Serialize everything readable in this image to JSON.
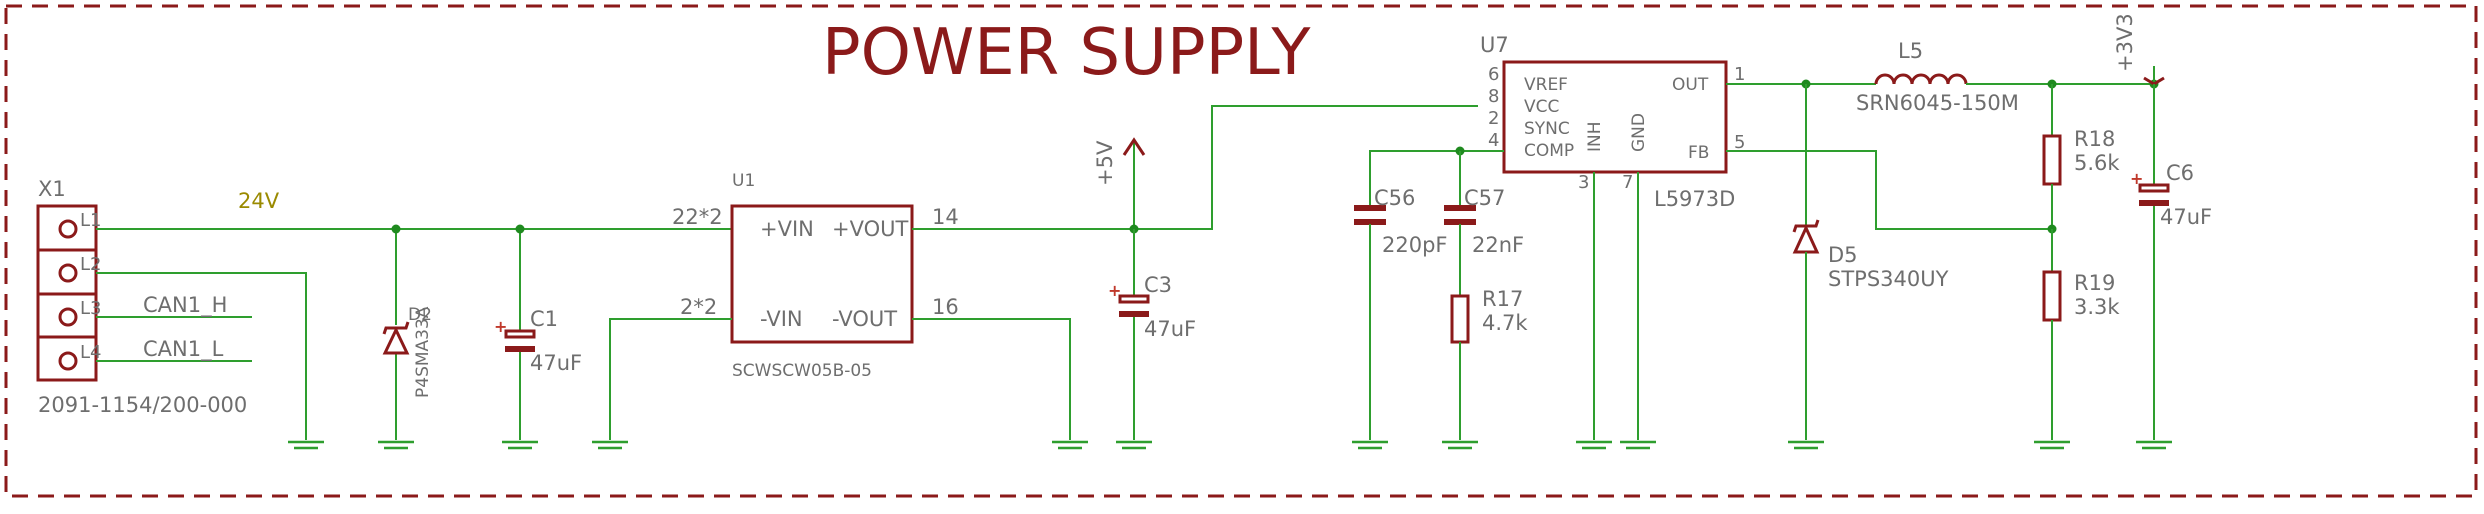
{
  "title": "POWER SUPPLY",
  "connector": {
    "ref": "X1",
    "part": "2091-1154/200-000",
    "pins": [
      "L1",
      "L2",
      "L3",
      "L4"
    ],
    "nets": [
      "CAN1_H",
      "CAN1_L"
    ]
  },
  "net_24v": "24V",
  "d2": {
    "ref": "D2",
    "value": "P4SMA33A"
  },
  "c1": {
    "ref": "C1",
    "value": "47uF"
  },
  "u1": {
    "ref": "U1",
    "part": "SCWSCW05B-05",
    "pins": {
      "vin_p": "+VIN",
      "vin_n": "-VIN",
      "vout_p": "+VOUT",
      "vout_n": "-VOUT"
    },
    "pin_nums": {
      "vin_p": "22*2",
      "vin_n": "2*2",
      "vout_p": "14",
      "vout_n": "16"
    }
  },
  "rail_5v": "+5V",
  "c3": {
    "ref": "C3",
    "value": "47uF"
  },
  "u7": {
    "ref": "U7",
    "part": "L5973D",
    "pins": {
      "vref": "VREF",
      "vcc": "VCC",
      "sync": "SYNC",
      "comp": "COMP",
      "inh": "INH",
      "gnd": "GND",
      "out": "OUT",
      "fb": "FB"
    },
    "pin_nums": {
      "vref": "6",
      "vcc": "8",
      "sync": "2",
      "comp": "4",
      "inh": "3",
      "gnd": "7",
      "out": "1",
      "fb": "5"
    }
  },
  "c56": {
    "ref": "C56",
    "value": "220pF"
  },
  "c57": {
    "ref": "C57",
    "value": "22nF"
  },
  "r17": {
    "ref": "R17",
    "value": "4.7k"
  },
  "l5": {
    "ref": "L5",
    "value": "SRN6045-150M"
  },
  "d5": {
    "ref": "D5",
    "value": "STPS340UY"
  },
  "r18": {
    "ref": "R18",
    "value": "5.6k"
  },
  "r19": {
    "ref": "R19",
    "value": "3.3k"
  },
  "rail_3v3": "+3V3",
  "c6": {
    "ref": "C6",
    "value": "47uF"
  },
  "colors": {
    "body": "#8b1a1a",
    "wire": "#2e9e2e",
    "label": "#6e6e6e",
    "net_24v": "#9a8a00"
  }
}
